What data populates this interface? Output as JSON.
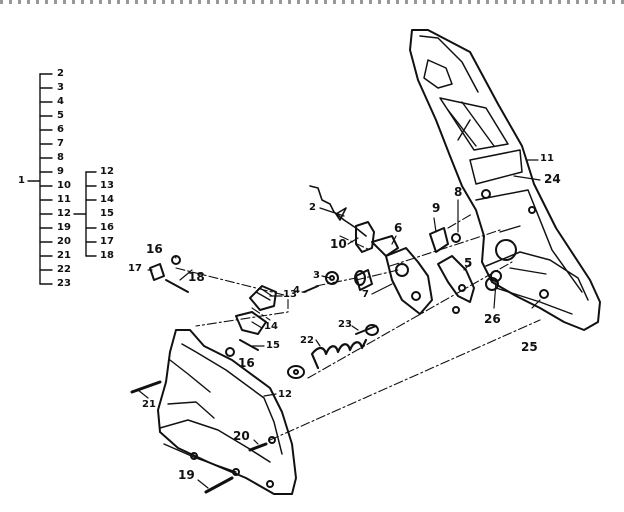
{
  "index_left": {
    "root": "1",
    "items": [
      "2",
      "3",
      "4",
      "5",
      "6",
      "7",
      "8",
      "9",
      "10",
      "11",
      "12",
      "19",
      "20",
      "21",
      "22",
      "23"
    ]
  },
  "index_right": {
    "branch": "12",
    "items": [
      "12",
      "13",
      "14",
      "15",
      "16",
      "17",
      "18"
    ]
  },
  "callouts": {
    "c2": "2",
    "c3": "3",
    "c4": "4",
    "c5": "5",
    "c6": "6",
    "c7": "7",
    "c8": "8",
    "c9": "9",
    "c10": "10",
    "c11": "11",
    "c12": "12",
    "c13": "13",
    "c14": "14",
    "c15": "15",
    "c16a": "16",
    "c16b": "16",
    "c17": "17",
    "c18": "18",
    "c19": "19",
    "c20": "20",
    "c21": "21",
    "c22": "22",
    "c23": "23",
    "c24": "24",
    "c25": "25",
    "c26": "26"
  }
}
